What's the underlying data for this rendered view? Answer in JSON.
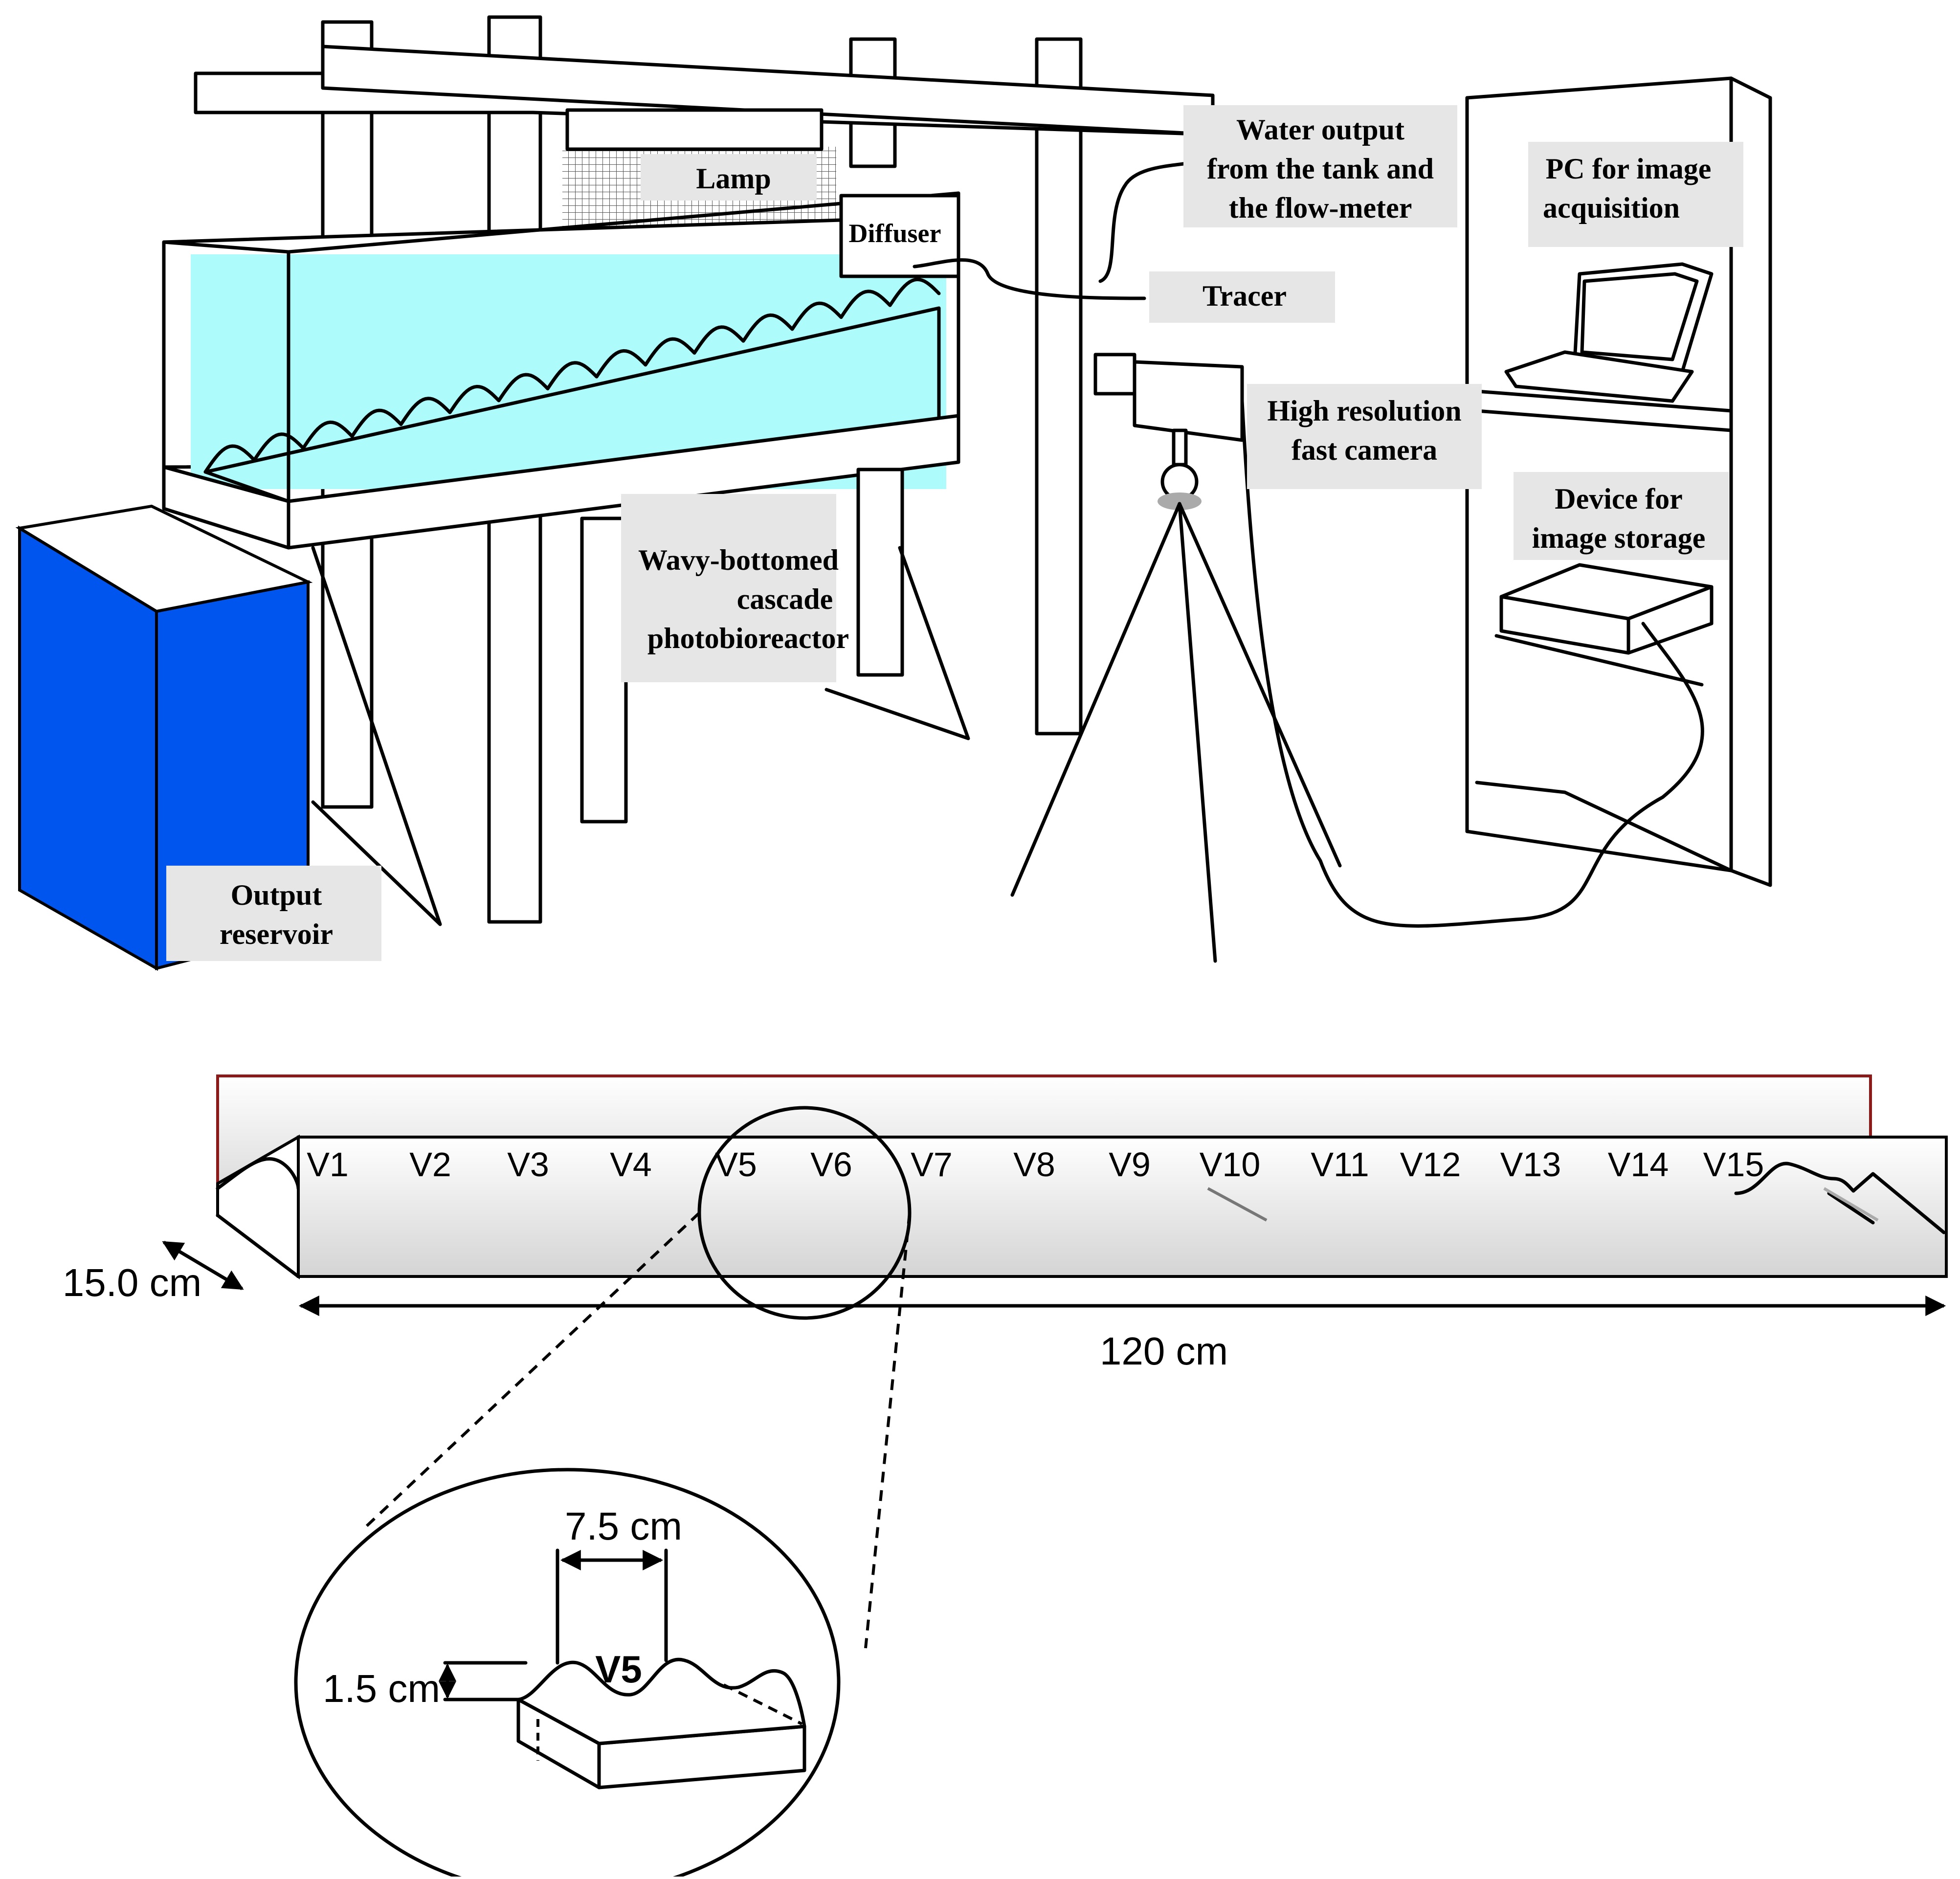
{
  "labels": {
    "lamp": "Lamp",
    "diffuser": "Diffuser",
    "water_output": [
      "Water output",
      "from the tank and",
      "the flow-meter"
    ],
    "tracer": "Tracer",
    "pc": [
      "PC for image",
      "acquisition"
    ],
    "camera": [
      "High resolution",
      "fast camera"
    ],
    "device": [
      "Device for",
      "image storage"
    ],
    "reactor": [
      "Wavy-bottomed",
      "cascade",
      "photobioreactor"
    ],
    "reservoir": [
      "Output",
      "reservoir"
    ]
  },
  "channel": {
    "positions": [
      "V1",
      "V2",
      "V3",
      "V4",
      "V5",
      "V6",
      "V7",
      "V8",
      "V9",
      "V10",
      "V11",
      "V12",
      "V13",
      "V14",
      "V15"
    ],
    "width_label": "15.0 cm",
    "length_label": "120 cm"
  },
  "detail": {
    "wavelength_label": "7.5 cm",
    "amplitude_label": "1.5 cm",
    "position_label": "V5"
  },
  "colors": {
    "water": "#aefbfb",
    "reservoir": "#0055ee",
    "label_box": "#e6e6e6",
    "channel_outline": "#8b1a1a"
  }
}
